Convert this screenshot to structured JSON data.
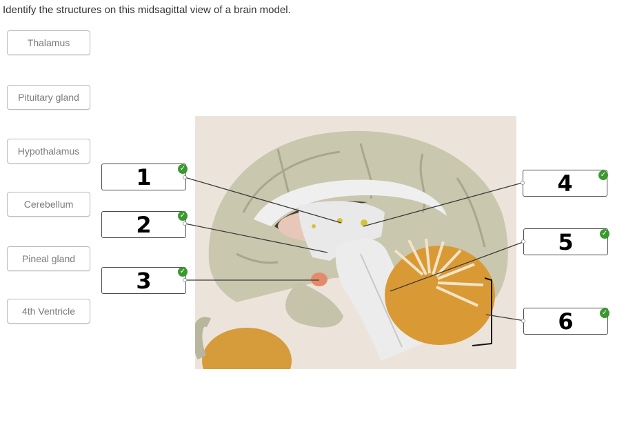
{
  "question": {
    "prompt": "Identify the structures on this midsagittal view of a brain model."
  },
  "word_bank": [
    {
      "label": "Thalamus"
    },
    {
      "label": "Pituitary gland"
    },
    {
      "label": "Hypothalamus"
    },
    {
      "label": "Cerebellum"
    },
    {
      "label": "Pineal gland"
    },
    {
      "label": "4th Ventricle"
    }
  ],
  "targets": [
    {
      "number": "1",
      "status_icon": "check-circle-icon"
    },
    {
      "number": "2",
      "status_icon": "check-circle-icon"
    },
    {
      "number": "3",
      "status_icon": "check-circle-icon"
    },
    {
      "number": "4",
      "status_icon": "check-circle-icon"
    },
    {
      "number": "5",
      "status_icon": "check-circle-icon"
    },
    {
      "number": "6",
      "status_icon": "check-circle-icon"
    }
  ],
  "colors": {
    "check": "#3b9a2f",
    "brain_tissue": "#c9c7ad",
    "cerebellum": "#d99a35",
    "brainstem": "#ecebeb"
  }
}
